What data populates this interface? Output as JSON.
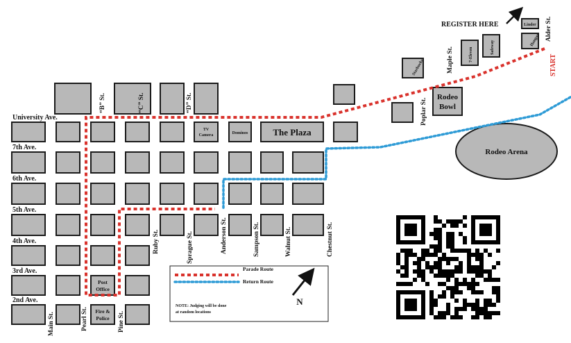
{
  "avenues": [
    "University Ave.",
    "7th Ave.",
    "6th Ave.",
    "5th Ave.",
    "4th Ave.",
    "3rd Ave.",
    "2nd Ave."
  ],
  "streets": {
    "main": "Main St.",
    "pearl": "Pearl St.",
    "pine": "Pine St.",
    "ruby": "Ruby St.",
    "sprague": "Sprague St.",
    "anderson": "Anderson St.",
    "sampson": "Sampson St.",
    "walnut": "Walnut St.",
    "chestnut": "Chestnut St.",
    "b": "“B” St.",
    "c": "“C” St.",
    "d": "“D” St.",
    "poplar": "Poplar St.",
    "maple": "Maple St.",
    "alder": "Alder St."
  },
  "places": {
    "tv_camera_line1": "TV",
    "tv_camera_line2": "Camera",
    "dominos": "Dominos",
    "plaza": "The Plaza",
    "post_office_line1": "Post",
    "post_office_line2": "Office",
    "fire_police_line1": "Fire &",
    "fire_police_line2": "Police",
    "starbucks": "Starbucks",
    "seven_eleven": "7-Eleven",
    "safeway": "Safeway",
    "linder": "Linder",
    "hangar": "Hangar",
    "rodeo_bowl_line1": "Rodeo",
    "rodeo_bowl_line2": "Bowl",
    "rodeo_arena": "Rodeo Arena"
  },
  "annotations": {
    "register": "REGISTER HERE",
    "start": "START"
  },
  "legend": {
    "parade_route": "Parade Route",
    "return_route": "Return Route",
    "note_line1": "NOTE: Judging will be done",
    "note_line2": "at random locations",
    "north": "N"
  },
  "colors": {
    "parade_route": "#d9322c",
    "return_route": "#2e9bd6",
    "block_fill": "#b8b8b8",
    "ink": "#111111"
  },
  "icons": {
    "north_arrow": "arrow-up-right",
    "register_arrow": "arrow-up-right",
    "qr_code": "qr-code"
  }
}
